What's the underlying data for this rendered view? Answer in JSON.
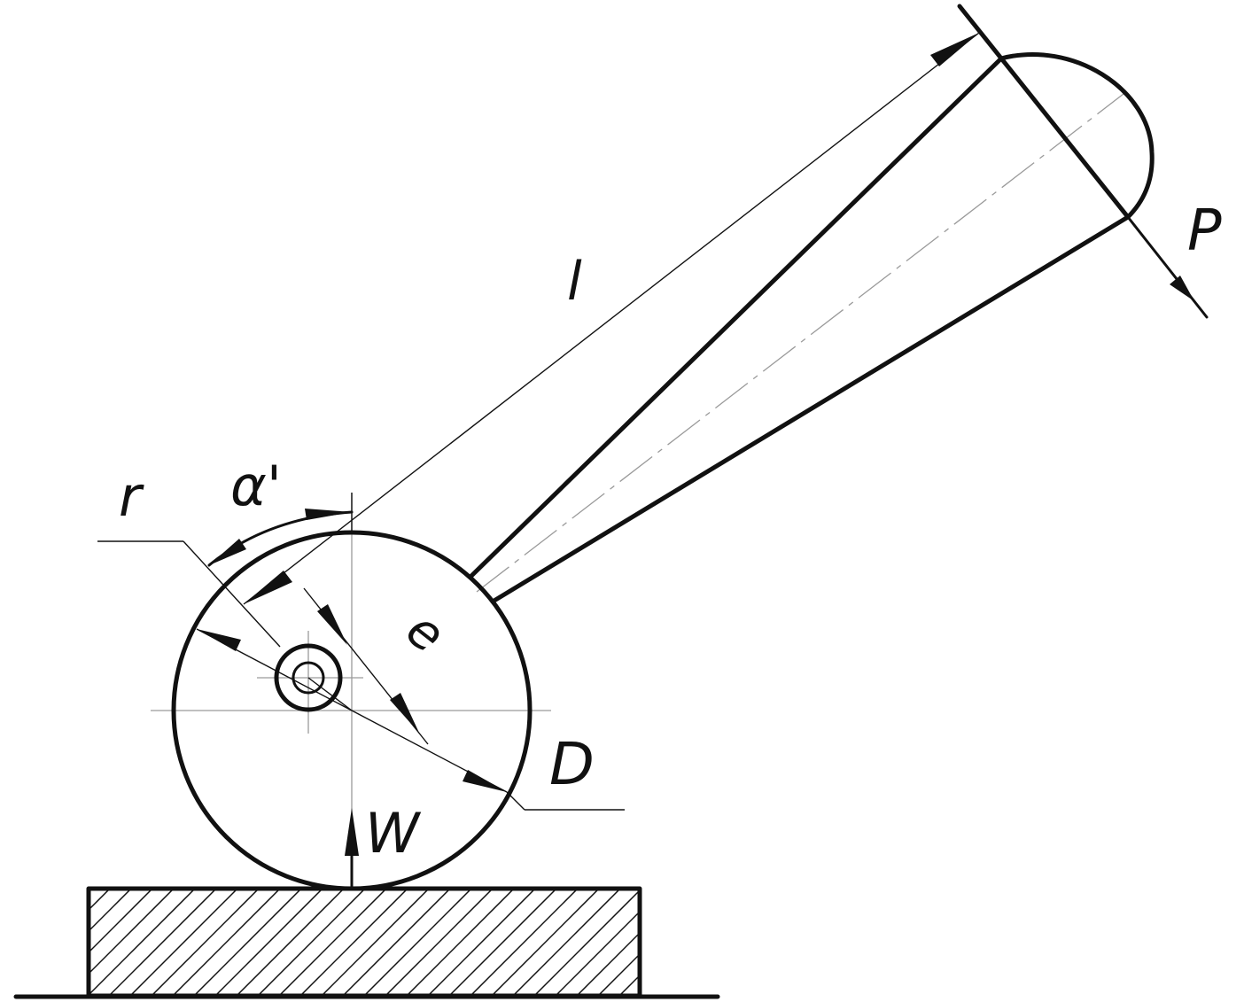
{
  "labels": {
    "l": "l",
    "P": "P",
    "r": "r",
    "alpha": "α'",
    "e": "e",
    "D": "D",
    "W": "W"
  },
  "colors": {
    "ink": "#111111",
    "centerline": "#9a9a9a",
    "background": "#ffffff"
  }
}
